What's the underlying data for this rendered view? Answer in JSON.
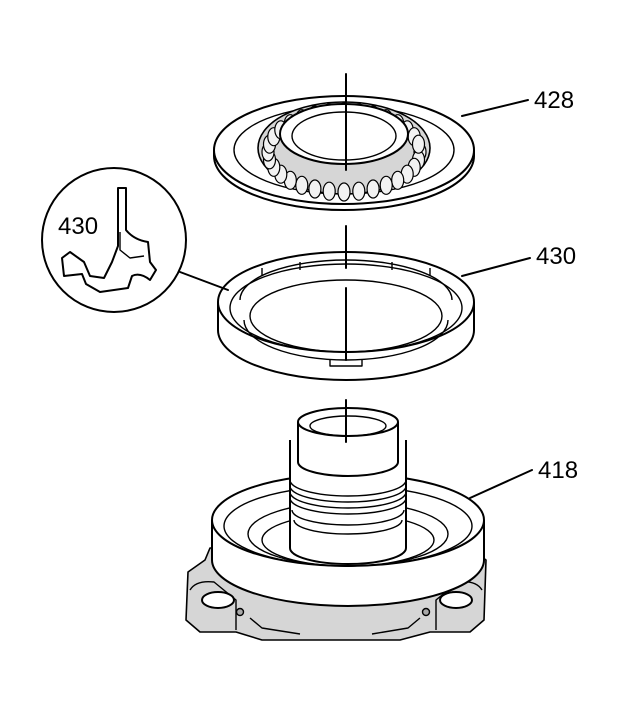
{
  "callouts": {
    "bearing": "428",
    "selective_ring": "430",
    "support": "418",
    "detail": "430"
  }
}
